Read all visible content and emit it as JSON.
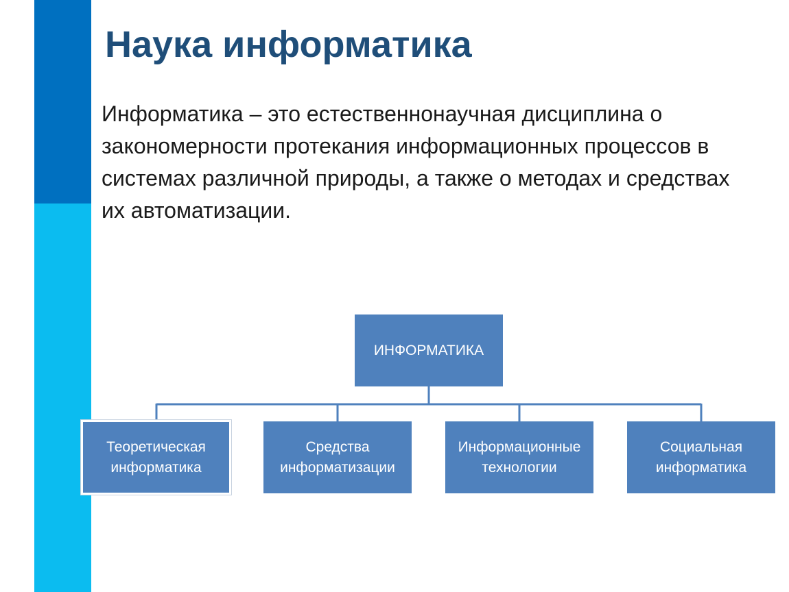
{
  "slide": {
    "title": "Наука информатика",
    "definition": "Информатика – это естественнонаучная дисциплина о закономерности протекания информационных процессов в системах различной природы, а также о методах и средствах их автоматизации."
  },
  "diagram": {
    "root": "ИНФОРМАТИКА",
    "children": [
      "Теоретическая информатика",
      "Средства информатизации",
      "Информационные технологии",
      "Социальная информатика"
    ]
  },
  "colors": {
    "accent_dark": "#0070c0",
    "accent_light": "#0bbcf0",
    "title": "#1f4e79",
    "box_fill": "#4f81bd",
    "connector": "#4f81bd"
  }
}
